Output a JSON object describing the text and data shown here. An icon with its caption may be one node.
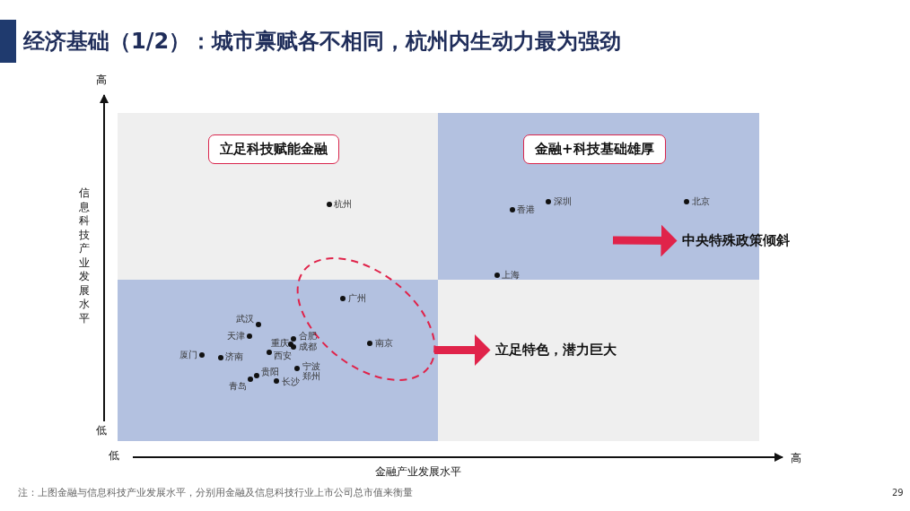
{
  "diagram": {
    "title": "经济基础（1/2）：城市禀赋各不相同，杭州内生动力最为强劲",
    "caption": "注：上图金融与信息科技产业发展水平，分别用金融及信息科技行业上市公司总市值来衡量",
    "nodes": [
      {
        "text": [
          "立足科技赋能金融"
        ]
      },
      {
        "text": [
          "金融+科技基础雄厚"
        ]
      },
      {
        "text": [],
        "shape": "ellipse"
      },
      {
        "text": [
          "中央特殊政策倾斜"
        ]
      },
      {
        "text": [
          "立足特色，潜力巨大"
        ]
      }
    ],
    "edges": [
      {
        "from": null,
        "to": 3,
        "arrow": "to"
      },
      {
        "from": 2,
        "to": 4,
        "arrow": "to"
      }
    ],
    "labels": [
      "高",
      "信息科技产业发展水平",
      "深圳",
      "北京",
      "杭州",
      "香港",
      "上海",
      "广州",
      "武汉",
      "天津",
      "合肥",
      "重庆",
      "成都",
      "南京",
      "厦门",
      "济南",
      "西安",
      "宁波",
      "郑州",
      "贵阳",
      "青岛",
      "长沙",
      "低",
      "低",
      "高",
      "金融产业发展水平",
      "29"
    ]
  }
}
